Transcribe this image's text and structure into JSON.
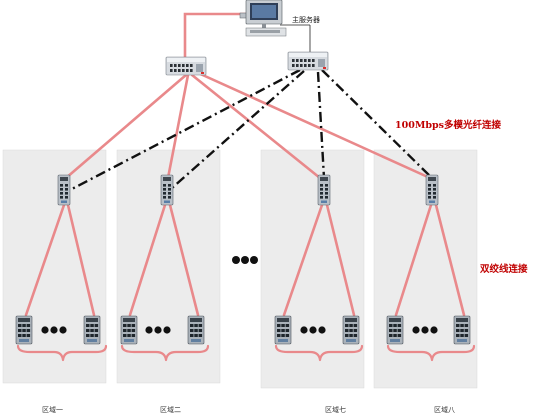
{
  "diagram": {
    "server_label": "主服务器",
    "fiber_label": "100Mbps多模光纤连接",
    "twisted_pair_label": "双绞线连接",
    "ellipsis": "●●●",
    "zones": [
      {
        "id": "zone-1",
        "label": "区域一"
      },
      {
        "id": "zone-2",
        "label": "区域二"
      },
      {
        "id": "zone-7",
        "label": "区域七"
      },
      {
        "id": "zone-8",
        "label": "区域八"
      }
    ]
  },
  "colors": {
    "fiber_link": "#e9898b",
    "backup_link": "#111111",
    "label_red": "#c00000",
    "zone_background": "#ececec"
  }
}
